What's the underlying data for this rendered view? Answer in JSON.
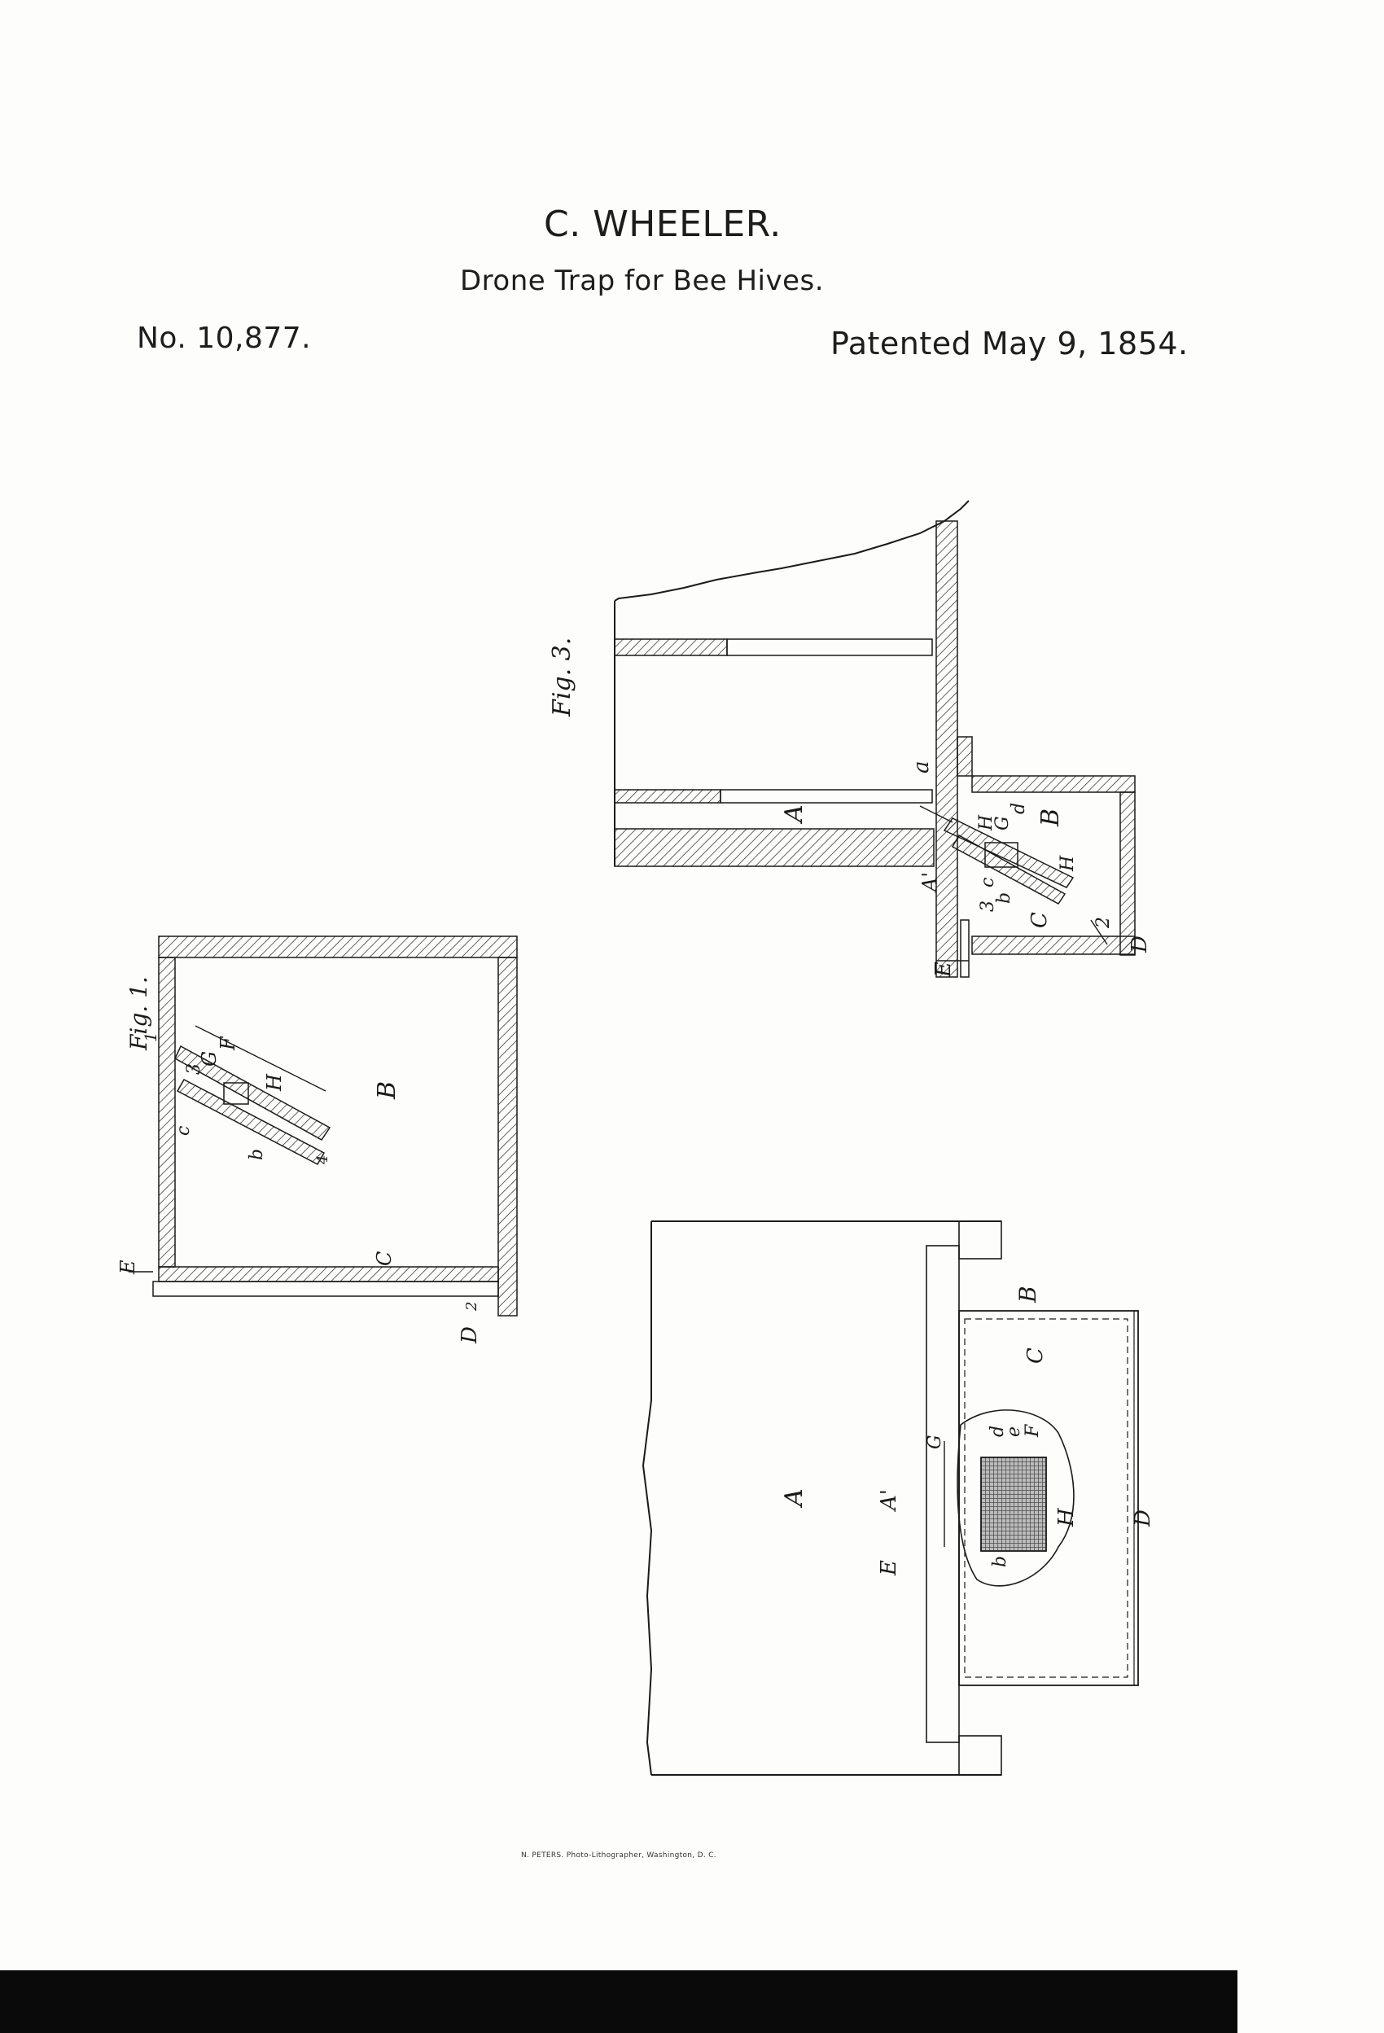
{
  "header": {
    "inventor": "C. WHEELER.",
    "title": "Drone Trap for Bee Hives.",
    "patent_number": "No. 10,877.",
    "patent_date": "Patented May 9, 1854."
  },
  "footer": {
    "imprint": "N. PETERS. Photo-Lithographer, Washington, D. C."
  },
  "figures": {
    "fig1": {
      "caption": "Fig. 1.",
      "labels": {
        "F_top": "F",
        "B": "B",
        "C": "C",
        "D": "D",
        "E": "E",
        "G": "G",
        "F": "F",
        "H": "H",
        "b": "b",
        "c": "c",
        "n3": "3",
        "n1": "1",
        "n2": "2",
        "n4": "4"
      }
    },
    "fig2": {
      "labels": {
        "A": "A",
        "A_prime": "A'",
        "E": "E",
        "B": "B",
        "C": "C",
        "D": "D",
        "G": "G",
        "d": "d",
        "e": "e",
        "F": "F",
        "H": "H",
        "b": "b"
      }
    },
    "fig3": {
      "caption": "Fig. 3.",
      "labels": {
        "a": "a",
        "A": "A",
        "A_prime": "A'",
        "H": "H",
        "G": "G",
        "d": "d",
        "B": "B",
        "c": "c",
        "b": "b",
        "n3": "3",
        "C": "C",
        "H2": "H",
        "n2": "2",
        "E": "E",
        "D": "D"
      }
    }
  },
  "colors": {
    "ink": "#1a1a1a",
    "paper": "#fdfdfb",
    "bar": "#0a0a0a"
  }
}
